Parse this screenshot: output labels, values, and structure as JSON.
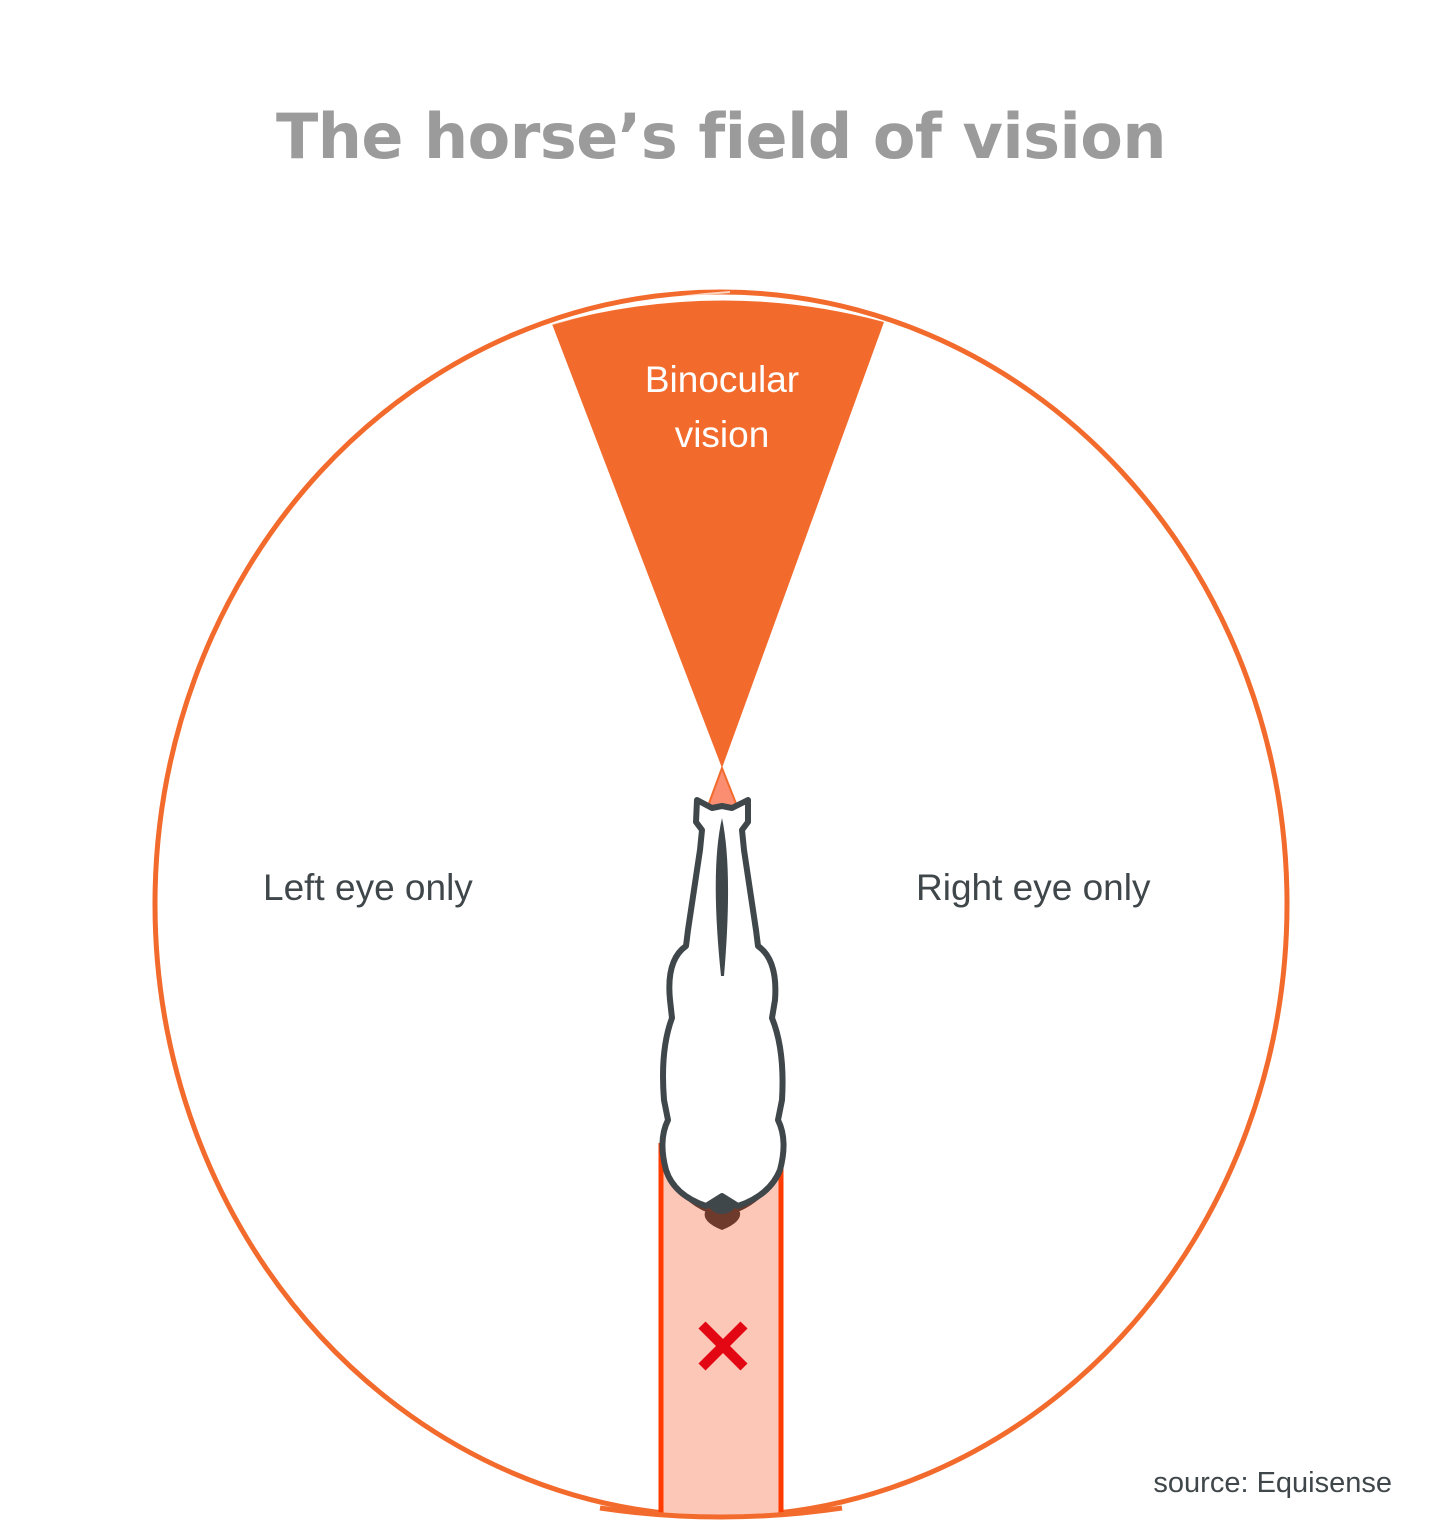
{
  "title": "The horse’s field of vision",
  "zones": {
    "binocular": {
      "line1": "Binocular",
      "line2": "vision"
    },
    "left": "Left eye only",
    "right": "Right eye only",
    "blind_spot_marker": "✕"
  },
  "source": "source: Equisense",
  "colors": {
    "accent_orange": "#f26b2d",
    "blind_spot_fill": "#fdc7b8",
    "blind_spot_border": "#ff3b00",
    "x_mark": "#e30613",
    "horse_outline": "#3f474b",
    "horse_tail": "#6e3a2c",
    "title_gray": "#9b9b9b",
    "text_dark": "#3f474b"
  },
  "icons": {
    "horse": "horse-top-view-icon",
    "blind_spot": "x-mark-icon"
  }
}
